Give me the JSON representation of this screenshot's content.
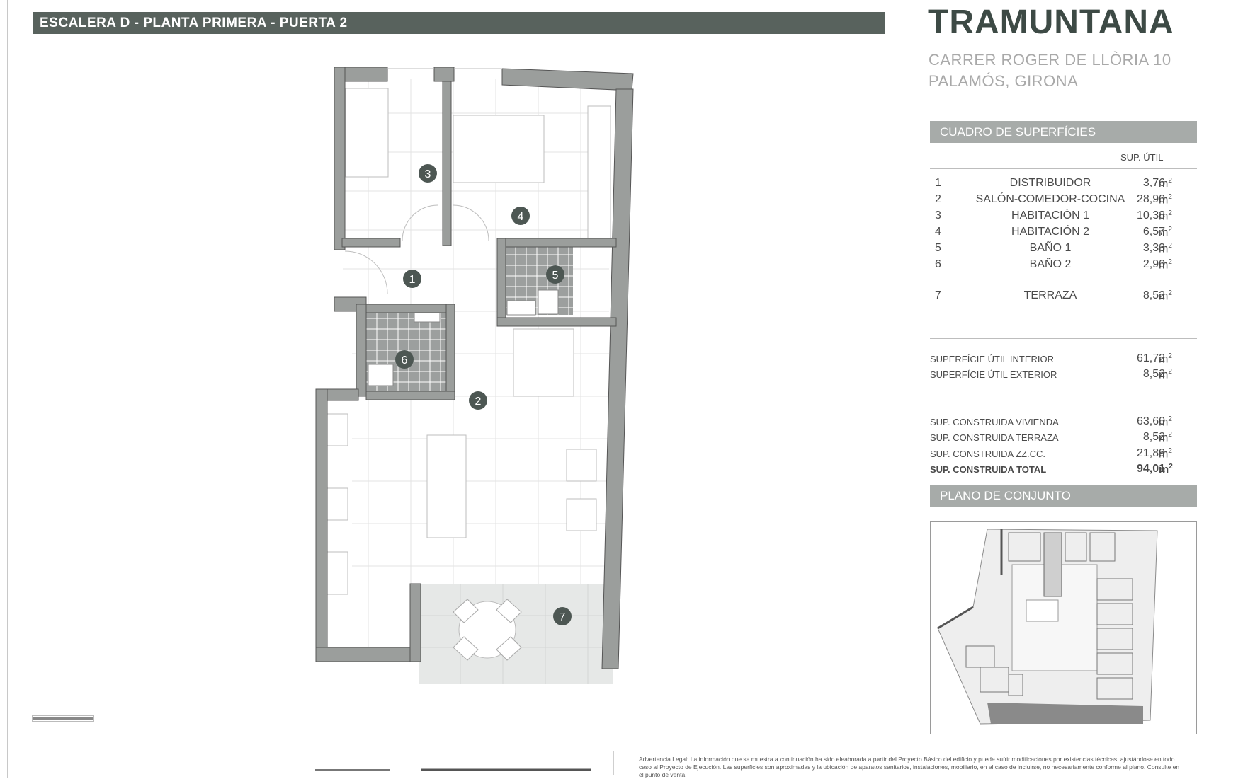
{
  "header": {
    "title": "ESCALERA D - PLANTA PRIMERA - PUERTA 2"
  },
  "brand": {
    "name": "TRAMUNTANA",
    "address_line1": "CARRER ROGER DE LLÒRIA 10",
    "address_line2": "PALAMÓS, GIRONA"
  },
  "surfaces": {
    "section_title": "CUADRO DE SUPERFÍCIES",
    "column_header": "SUP. ÚTIL",
    "unit": "m",
    "rooms": [
      {
        "num": "1",
        "name": "DISTRIBUIDOR",
        "value": "3,76"
      },
      {
        "num": "2",
        "name": "SALÓN-COMEDOR-COCINA",
        "value": "28,90"
      },
      {
        "num": "3",
        "name": "HABITACIÓN 1",
        "value": "10,38"
      },
      {
        "num": "4",
        "name": "HABITACIÓN 2",
        "value": "6,57"
      },
      {
        "num": "5",
        "name": "BAÑO 1",
        "value": "3,33"
      },
      {
        "num": "6",
        "name": "BAÑO 2",
        "value": "2,90"
      },
      {
        "num": "7",
        "name": "TERRAZA",
        "value": "8,52"
      }
    ],
    "totals_util": [
      {
        "label": "SUPERFÍCIE ÚTIL INTERIOR",
        "value": "61,72"
      },
      {
        "label": "SUPERFÍCIE ÚTIL EXTERIOR",
        "value": "8,52"
      }
    ],
    "totals_built": [
      {
        "label": "SUP. CONSTRUIDA VIVIENDA",
        "value": "63,60"
      },
      {
        "label": "SUP. CONSTRUIDA TERRAZA",
        "value": "8,52"
      },
      {
        "label": "SUP. CONSTRUIDA ZZ.CC.",
        "value": "21,89"
      },
      {
        "label": "SUP. CONSTRUIDA TOTAL",
        "value": "94,01"
      }
    ]
  },
  "site_plan": {
    "section_title": "PLANO DE CONJUNTO"
  },
  "plan_labels": [
    "1",
    "2",
    "3",
    "4",
    "5",
    "6",
    "7"
  ],
  "legal": {
    "text": "Advertencia Legal: La información que se muestra a continuación ha sido eleaborada a partir del Proyecto Básico del edificio y puede sufrir modificaciones por existencias técnicas, ajustándose en todo caso al Proyecto de Ejecución. Las superficies son aproximadas y la ubicación de aparatos sanitarios, instalaciones, mobiliario, en el caso de incluirse, no necesariamente conforme al plano. Consulte en el punto de venta."
  },
  "colors": {
    "header_bar": "#58625d",
    "section_bar": "#a7aba9",
    "wall": "#9b9e9c",
    "badge": "#4d5753",
    "brand": "#3d4a45"
  }
}
